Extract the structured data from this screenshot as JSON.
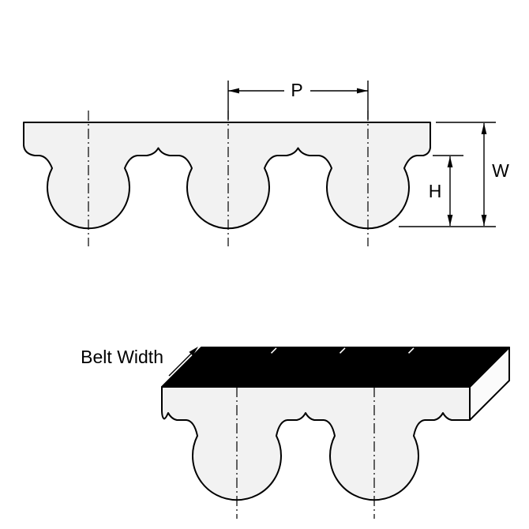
{
  "window": {
    "background": "#ffffff"
  },
  "colors": {
    "line": "#000000",
    "belt_fill": "#f2f2f2",
    "top_face_fill": "#000000",
    "end_face_fill": "#fbfbfb",
    "tick_color": "#ffffff"
  },
  "profile_view": {
    "description": "Timing belt tooth profile cross-section",
    "pitch_label": "P",
    "overall_height_label": "W",
    "tooth_height_label": "H",
    "visible_tooth_count": 3
  },
  "perspective_view": {
    "description": "3D view of belt segment with black top face",
    "belt_width_label": "Belt Width",
    "visible_tooth_count": 2
  }
}
